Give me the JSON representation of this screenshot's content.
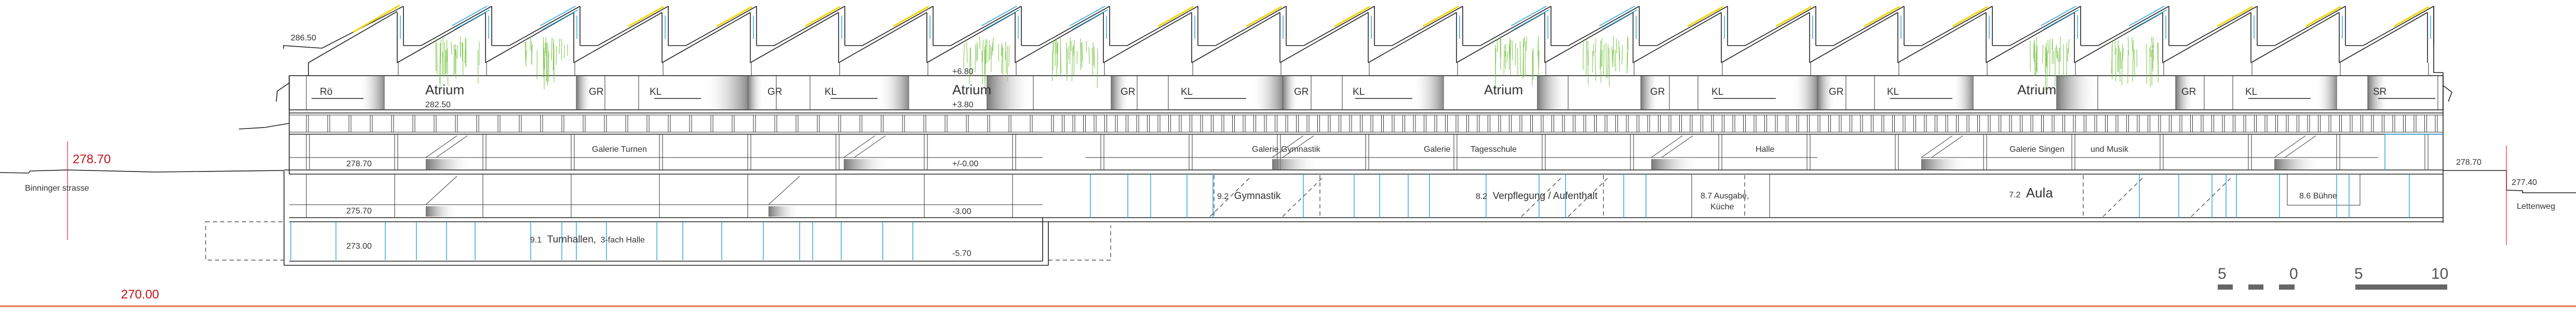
{
  "elevations": {
    "roof_top": "286.50",
    "atrium_floor": "282.50",
    "ground_left": "278.70",
    "datum": "270.00",
    "ground_right": "278.70",
    "street_right": "277.40",
    "floor_galerie": "278.70",
    "floor_lower": "275.70",
    "floor_basement": "273.00",
    "rel_roof": "+6.80",
    "rel_upper": "+3.80",
    "rel_ground": "+/-0.00",
    "rel_lower": "-3.00",
    "rel_basement": "-5.70"
  },
  "streets": {
    "left": "Binninger strasse",
    "right": "Lettenweg"
  },
  "upper_rooms": [
    "Rö",
    "Atrium",
    "GR",
    "KL",
    "GR",
    "KL",
    "Atrium",
    "GR",
    "KL",
    "GR",
    "KL",
    "Atrium",
    "GR",
    "KL",
    "GR",
    "KL",
    "Atrium",
    "GR",
    "KL",
    "SR"
  ],
  "galerie_labels": [
    "Galerie Turnen",
    "Galerie Gymnastik",
    "Galerie",
    "Tagesschule",
    "Halle",
    "Galerie Singen",
    "und Musik"
  ],
  "lower_rooms": {
    "turnhallen": {
      "number": "9.1",
      "name": "Turnhallen,",
      "sub": "3-fach Halle"
    },
    "gymnastik": {
      "number": "9.2",
      "name": "Gymnastik"
    },
    "verpflegung": {
      "number": "8.2",
      "name": "Verpflegung / Aufenthalt"
    },
    "ausgabe": {
      "line1": "8.7 Ausgabe,",
      "line2": "Küche"
    },
    "aula": {
      "number": "7.2",
      "name": "Aula"
    },
    "buehne": {
      "label": "8.6 Bühne"
    }
  },
  "scale_bar": {
    "labels": [
      "5",
      "0",
      "5",
      "10"
    ],
    "unit_segments_m": [
      -5,
      0,
      5,
      10
    ]
  },
  "colors": {
    "datum_red": "#c0141c",
    "glass_blue": "#29a3e0",
    "solar_yellow": "#f2d600",
    "plant_green": "#6fbf3a",
    "datum_line": "#e8704a"
  }
}
